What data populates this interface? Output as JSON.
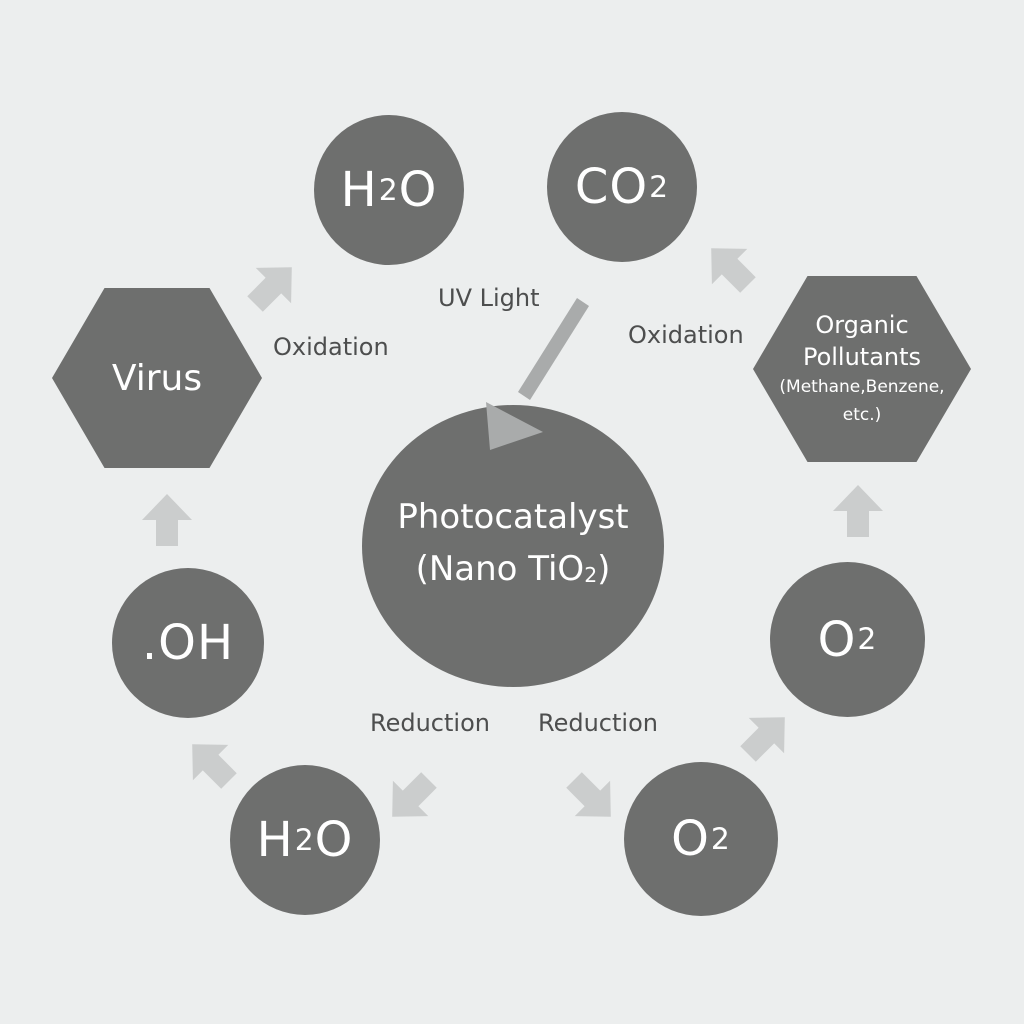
{
  "nodes": {
    "h2o_top": {
      "main": "H",
      "sub": "2",
      "tail": "O"
    },
    "co2": {
      "main": "CO",
      "sub": "2",
      "tail": ""
    },
    "virus": {
      "label": "Virus"
    },
    "organic": {
      "title_line1": "Organic",
      "title_line2": "Pollutants",
      "detail_line1": "(Methane,Benzene,",
      "detail_line2": "etc.)"
    },
    "center": {
      "title": "Photocatalyst",
      "sub_prefix": "(Nano TiO",
      "sub_sub": "2",
      "sub_suffix": ")"
    },
    "oh": {
      "label": ".OH"
    },
    "o2_right": {
      "main": "O",
      "sub": "2",
      "tail": ""
    },
    "h2o_bottom": {
      "main": "H",
      "sub": "2",
      "tail": "O"
    },
    "o2_bottom": {
      "main": "O",
      "sub": "2",
      "tail": ""
    }
  },
  "labels": {
    "oxidation_left": "Oxidation",
    "oxidation_right": "Oxidation",
    "uv_light": "UV Light",
    "reduction_left": "Reduction",
    "reduction_right": "Reduction"
  },
  "colors": {
    "node_fill": "#6e6f6e",
    "arrow_fill": "#cbcdcd",
    "uv_arrow_fill": "#a9abab",
    "background": "#eceeee"
  }
}
